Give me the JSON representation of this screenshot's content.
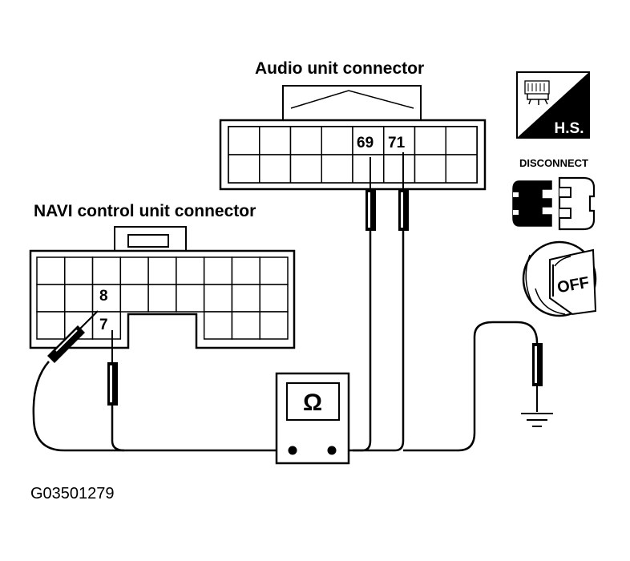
{
  "audio_connector": {
    "label": "Audio unit connector",
    "pins": [
      "69",
      "71"
    ]
  },
  "navi_connector": {
    "label": "NAVI control unit connector",
    "pins": [
      "8",
      "7"
    ]
  },
  "meter": {
    "symbol": "Ω"
  },
  "icons": {
    "hs": {
      "text": "H.S."
    },
    "disconnect": {
      "text": "DISCONNECT"
    },
    "ignition": {
      "text": "OFF"
    }
  },
  "figure_code": "G03501279"
}
